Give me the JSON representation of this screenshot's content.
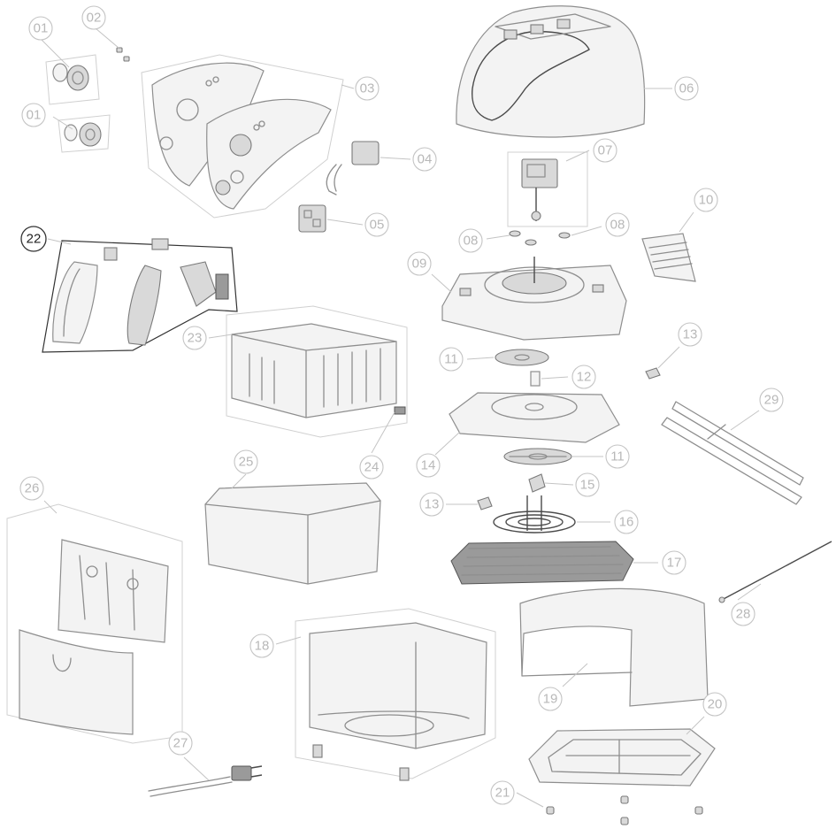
{
  "callouts": [
    {
      "label": "01"
    },
    {
      "label": "02"
    },
    {
      "label": "01"
    },
    {
      "label": "03"
    },
    {
      "label": "04"
    },
    {
      "label": "05"
    },
    {
      "label": "06"
    },
    {
      "label": "07"
    },
    {
      "label": "08"
    },
    {
      "label": "08"
    },
    {
      "label": "09"
    },
    {
      "label": "10"
    },
    {
      "label": "11"
    },
    {
      "label": "12"
    },
    {
      "label": "13"
    },
    {
      "label": "14"
    },
    {
      "label": "11"
    },
    {
      "label": "15"
    },
    {
      "label": "13"
    },
    {
      "label": "16"
    },
    {
      "label": "17"
    },
    {
      "label": "18"
    },
    {
      "label": "19"
    },
    {
      "label": "20"
    },
    {
      "label": "21"
    },
    {
      "label": "22",
      "highlighted": true
    },
    {
      "label": "23"
    },
    {
      "label": "24"
    },
    {
      "label": "25"
    },
    {
      "label": "26"
    },
    {
      "label": "27"
    },
    {
      "label": "28"
    },
    {
      "label": "29"
    }
  ],
  "colors": {
    "line": "#8e8e8e",
    "callout_text": "#b8b8b8",
    "highlight": "#333333",
    "background": "#ffffff"
  }
}
